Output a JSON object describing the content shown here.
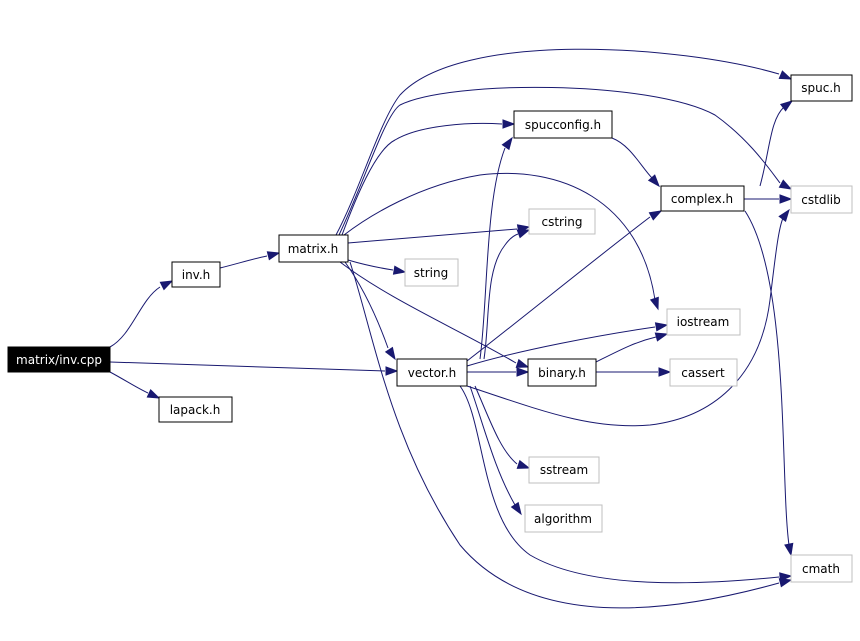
{
  "colors": {
    "edge": "#191970",
    "node_border": "#000000",
    "external_border": "#bfbfbf",
    "root_fill": "#000000",
    "root_text": "#ffffff"
  },
  "nodes": {
    "inv_cpp": "matrix/inv.cpp",
    "inv_h": "inv.h",
    "lapack_h": "lapack.h",
    "matrix_h": "matrix.h",
    "vector_h": "vector.h",
    "string": "string",
    "cstring": "cstring",
    "spucconfig_h": "spucconfig.h",
    "binary_h": "binary.h",
    "sstream": "sstream",
    "algorithm": "algorithm",
    "complex_h": "complex.h",
    "iostream": "iostream",
    "cassert": "cassert",
    "spuc_h": "spuc.h",
    "cstdlib": "cstdlib",
    "cmath": "cmath"
  }
}
